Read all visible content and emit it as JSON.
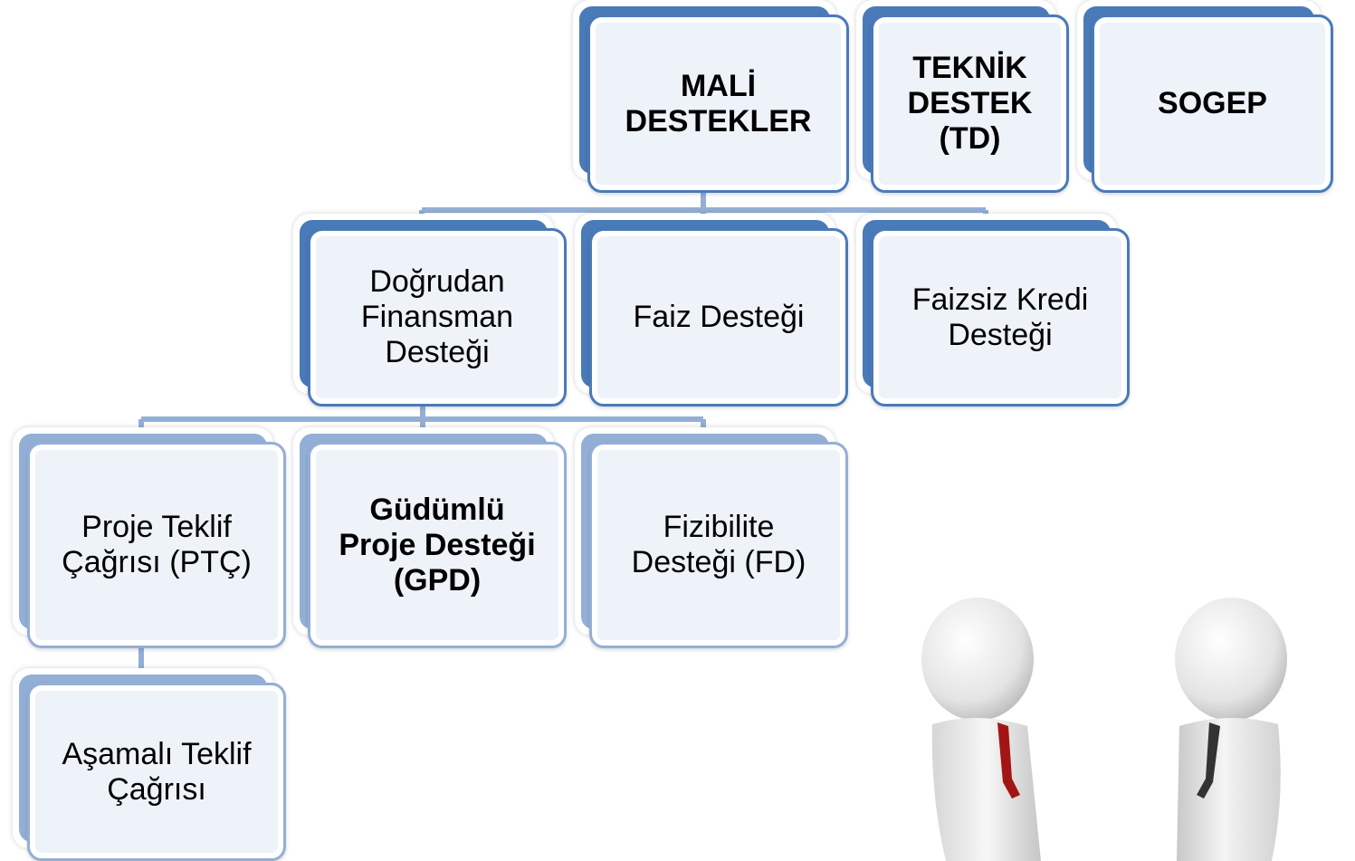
{
  "colors": {
    "dark_blue": "#4a7ab8",
    "light_blue": "#94afd6",
    "box_fill": "#eef2f9",
    "tie_red": "#a31515",
    "tie_dark": "#333333"
  },
  "nodes": {
    "mali_destekler": "MALİ\nDESTEKLER",
    "teknik_destek": "TEKNİK\nDESTEK\n(TD)",
    "sogep": "SOGEP",
    "dogrudan_finansman": "Doğrudan\nFinansman\nDesteği",
    "faiz_destegi": "Faiz Desteği",
    "faizsiz_kredi": "Faizsiz Kredi\nDesteği",
    "proje_teklif": "Proje Teklif\nÇağrısı (PTÇ)",
    "gudumlu_proje": "Güdümlü\nProje Desteği\n(GPD)",
    "fizibilite": "Fizibilite\nDesteği (FD)",
    "asamali_teklif": "Aşamalı Teklif\nÇağrısı"
  },
  "illustration": {
    "icon": "two-businessmen-figures"
  }
}
